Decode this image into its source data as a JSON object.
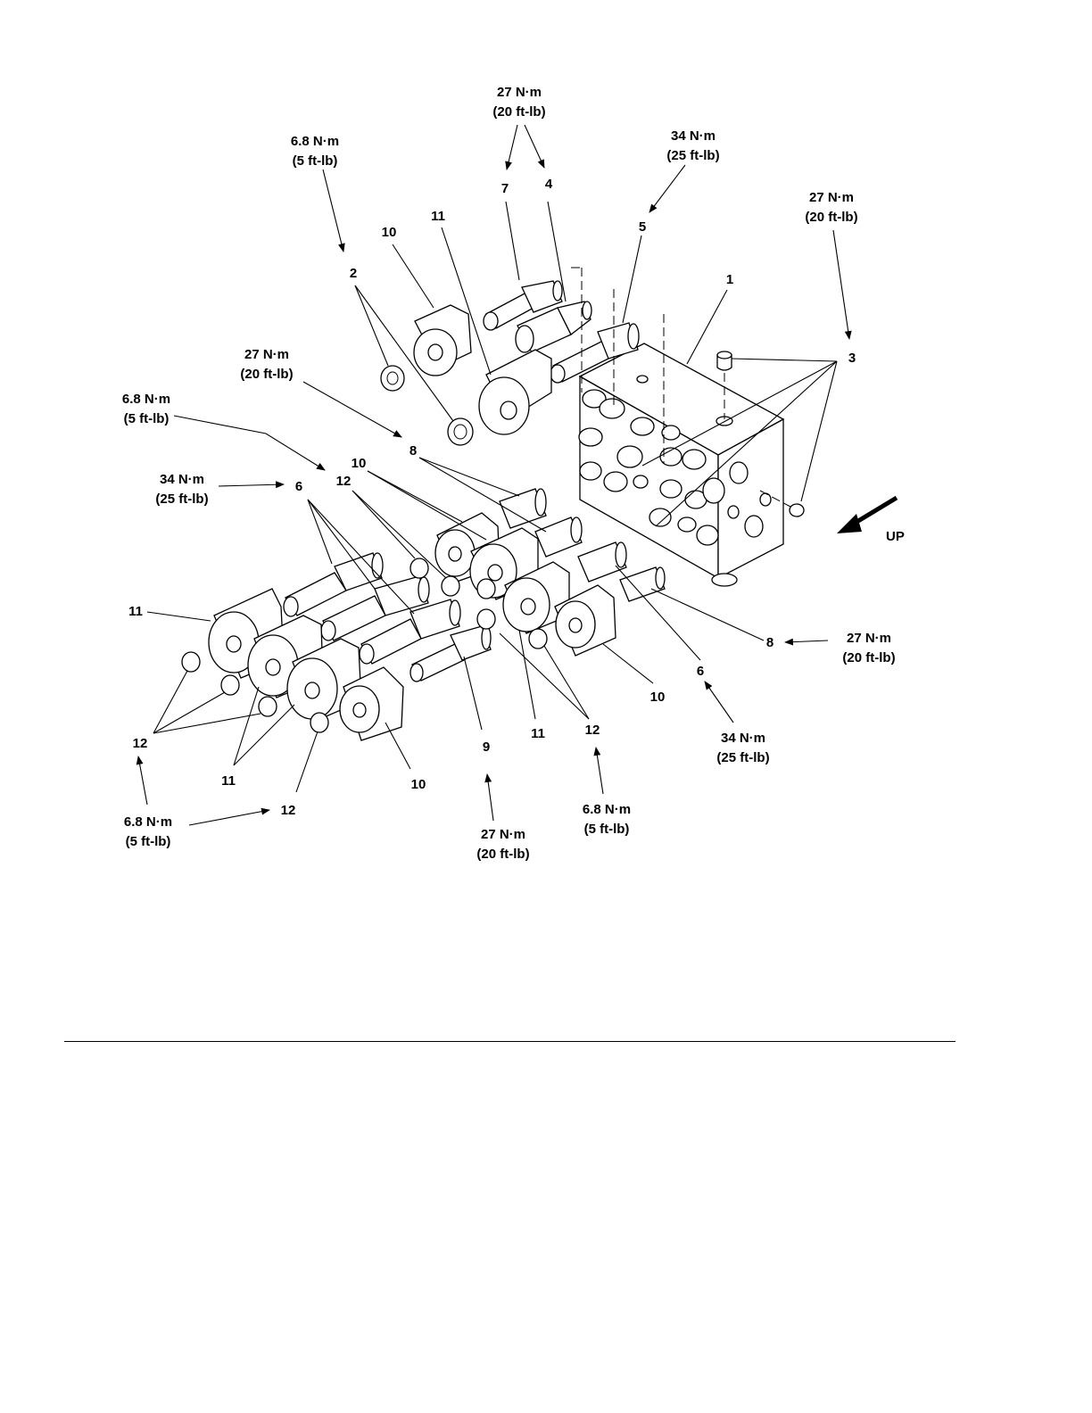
{
  "labels": {
    "t_top": [
      "27 N·m",
      "(20 ft-lb)"
    ],
    "t_2": [
      "6.8 N·m",
      "(5 ft-lb)"
    ],
    "t_5": [
      "34 N·m",
      "(25 ft-lb)"
    ],
    "t_3": [
      "27 N·m",
      "(20 ft-lb)"
    ],
    "t_8a": [
      "27 N·m",
      "(20 ft-lb)"
    ],
    "t_12a": [
      "6.8 N·m",
      "(5 ft-lb)"
    ],
    "t_6a": [
      "34 N·m",
      "(25 ft-lb)"
    ],
    "t_8b": [
      "27 N·m",
      "(20 ft-lb)"
    ],
    "t_6b": [
      "34 N·m",
      "(25 ft-lb)"
    ],
    "t_12b": [
      "6.8 N·m",
      "(5 ft-lb)"
    ],
    "t_9": [
      "27 N·m",
      "(20 ft-lb)"
    ],
    "t_12c": [
      "6.8 N·m",
      "(5 ft-lb)"
    ]
  },
  "callouts": {
    "n7": "7",
    "n4": "4",
    "n5": "5",
    "n11a": "11",
    "n10a": "10",
    "n2": "2",
    "n1": "1",
    "n3": "3",
    "n8a": "8",
    "n10b": "10",
    "n12a": "12",
    "n6a": "6",
    "n11b": "11",
    "n8b": "8",
    "n10c": "10",
    "n6b": "6",
    "n12b": "12",
    "n11c": "11",
    "n9": "9",
    "n10d": "10",
    "n11d": "11",
    "n12c": "12",
    "n12d": "12"
  },
  "direction": {
    "label": "UP"
  }
}
